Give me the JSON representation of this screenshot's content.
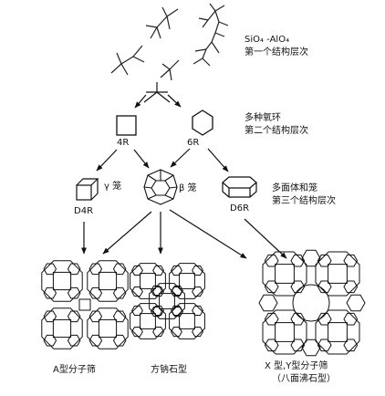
{
  "level1": {
    "formula": "SiO₄ -AlO₄",
    "caption": "第一个结构层次"
  },
  "level2": {
    "caption_line1": "多种氧环",
    "caption_line2": "第二个结构层次",
    "ring4_label": "4R",
    "ring6_label": "6R"
  },
  "level3": {
    "caption_line1": "多面体和笼",
    "caption_line2": "第三个结构层次",
    "gamma_cage": "γ 笼",
    "beta_cage": "β 笼",
    "d4r_label": "D4R",
    "d6r_label": "D6R"
  },
  "frameworks": {
    "a_type": "A型分子筛",
    "sodalite": "方钠石型",
    "xy_line1": "X 型,Y型分子筛",
    "xy_line2": "（八面沸石型）"
  }
}
